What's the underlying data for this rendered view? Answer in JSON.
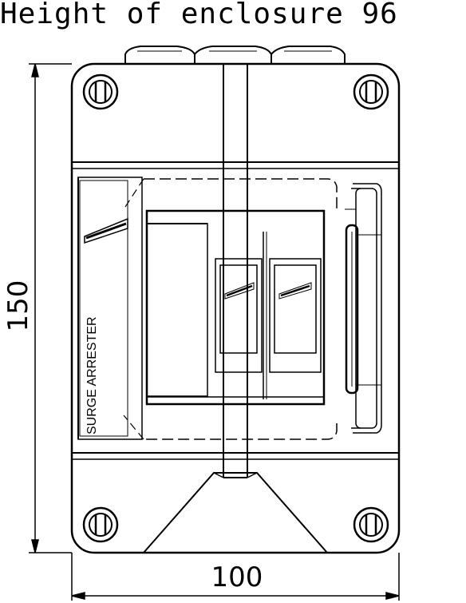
{
  "title": "Height of enclosure 96",
  "dimensions": {
    "height": "150",
    "width": "100"
  },
  "device_label": "SURGE ARRESTER",
  "colors": {
    "line": "#000000",
    "background": "#ffffff"
  }
}
